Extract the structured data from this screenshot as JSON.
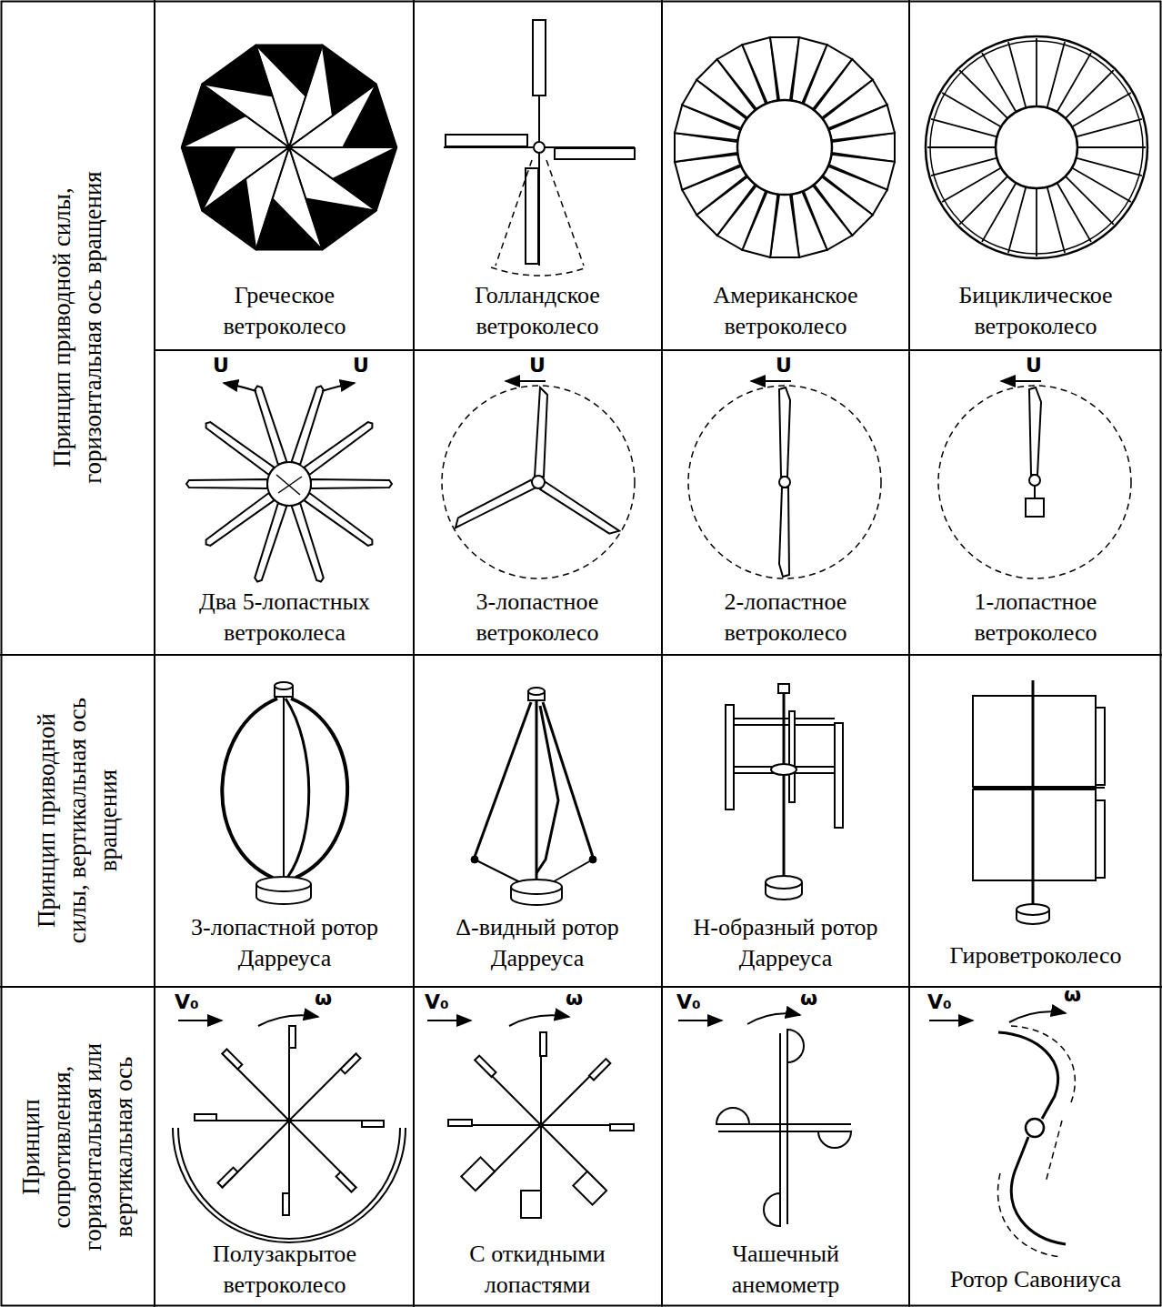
{
  "diagram": {
    "labels": [
      "Принцип приводной силы, горизонтальная ось вращения",
      "Греческое ветроколесо",
      "Голландское ветроколесо",
      "Американское ветроколесо",
      "Бициклическое ветроколесо",
      "U",
      "U",
      "U",
      "U",
      "U",
      "Два 5-лопастных ветроколеса",
      "3-лопастное ветроколесо",
      "2-лопастное ветроколесо",
      "1-лопастное ветроколесо",
      "Принцип приводной силы, вертикальная ось вращения",
      "3-лопастной ротор Дарреуса",
      "Δ-видный ротор Дарреуса",
      "H-образный ротор Дарреуса",
      "Гироветроколесо",
      "Принцип сопротивления, горизонтальная или вертикальная ось",
      "V₀",
      "ω",
      "V₀",
      "ω",
      "V₀",
      "ω",
      "V₀",
      "ω",
      "Полузакрытое ветроколесо",
      "С откидными лопастями",
      "Чашечный анемометр",
      "Ротор Савониуса"
    ]
  }
}
